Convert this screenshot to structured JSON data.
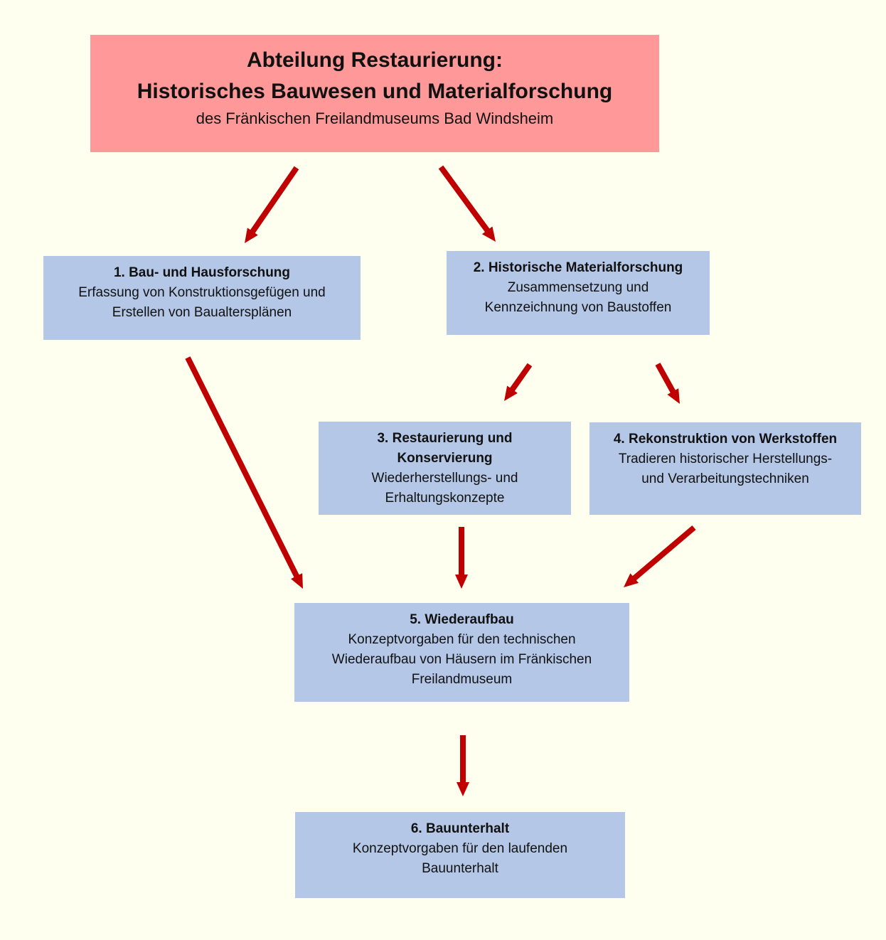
{
  "header": {
    "line1": "Abteilung Restaurierung:",
    "line2": "Historisches Bauwesen und Materialforschung",
    "subtitle": "des Fränkischen Freilandmuseums Bad Windsheim"
  },
  "nodes": [
    {
      "title": "1. Bau- und Hausforschung",
      "text": [
        "Erfassung von Konstruktionsgefügen und",
        "Erstellen von Baualtersplänen"
      ]
    },
    {
      "title": "2. Historische Materialforschung",
      "text": [
        "Zusammensetzung und",
        "Kennzeichnung von Baustoffen"
      ]
    },
    {
      "title": "3. Restaurierung und Konservierung",
      "text": [
        "Wiederherstellungs- und",
        "Erhaltungskonzepte"
      ]
    },
    {
      "title": "4. Rekonstruktion von Werkstoffen",
      "text": [
        "Tradieren historischer Herstellungs-",
        "und Verarbeitungstechniken"
      ]
    },
    {
      "title": "5. Wiederaufbau",
      "text": [
        "Konzeptvorgaben für den technischen",
        "Wiederaufbau von Häusern im Fränkischen",
        "Freilandmuseum"
      ]
    },
    {
      "title": "6. Bauunterhalt",
      "text": [
        "Konzeptvorgaben für den laufenden",
        "Bauunterhalt"
      ]
    }
  ],
  "colors": {
    "background": "#fffff0",
    "header_fill": "#ff9999",
    "node_fill": "#b4c7e7",
    "arrow": "#c00000"
  }
}
